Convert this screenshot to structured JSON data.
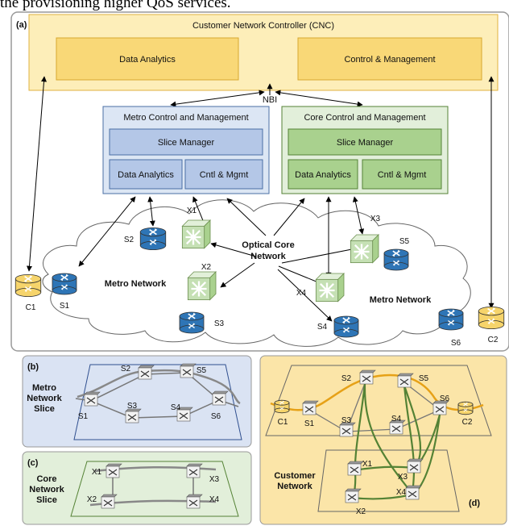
{
  "header_text": "the provisioning higher QoS services.",
  "panel_a": {
    "tag": "(a)",
    "cnc": {
      "title": "Customer Network Controller (CNC)",
      "data_analytics": "Data Analytics",
      "control_mgmt": "Control & Management"
    },
    "nbi": "NBI",
    "metro_cm": {
      "title": "Metro Control and Management",
      "slice_manager": "Slice Manager",
      "data_analytics": "Data Analytics",
      "cntl_mgmt": "Cntl & Mgmt"
    },
    "core_cm": {
      "title": "Core Control and Management",
      "slice_manager": "Slice Manager",
      "data_analytics": "Data Analytics",
      "cntl_mgmt": "Cntl & Mgmt"
    },
    "optical_core_line1": "Optical Core",
    "optical_core_line2": "Network",
    "metro_left": "Metro Network",
    "metro_right": "Metro Network",
    "nodes": {
      "C1": "C1",
      "C2": "C2",
      "S1": "S1",
      "S2": "S2",
      "S3": "S3",
      "S4": "S4",
      "S5": "S5",
      "S6": "S6",
      "X1": "X1",
      "X2": "X2",
      "X3": "X3",
      "X4": "X4"
    }
  },
  "panel_b": {
    "tag": "(b)",
    "title_lines": [
      "Metro",
      "Network",
      "Slice"
    ],
    "nodes": [
      "S1",
      "S2",
      "S3",
      "S4",
      "S5",
      "S6"
    ]
  },
  "panel_c": {
    "tag": "(c)",
    "title_lines": [
      "Core",
      "Network",
      "Slice"
    ],
    "nodes": [
      "X1",
      "X2",
      "X3",
      "X4"
    ]
  },
  "panel_d": {
    "tag": "(d)",
    "title_lines": [
      "Customer",
      "Network"
    ],
    "nodes": [
      "C1",
      "C2",
      "S1",
      "S2",
      "S3",
      "S4",
      "S5",
      "S6",
      "X1",
      "X2",
      "X3",
      "X4"
    ]
  },
  "colors": {
    "cnc_fill": "#fdeeb9",
    "cnc_inner": "#f9d877",
    "metro_fill": "#dce6f4",
    "metro_inner": "#b4c7e7",
    "core_fill": "#e2efda",
    "core_inner": "#a9d18e",
    "router_blue": "#2e75b6",
    "router_gold": "#f6d46b",
    "oxc_green": "#c5e0b4",
    "panel_b_bg": "#dae3f3",
    "panel_c_bg": "#e2efda",
    "panel_d_bg": "#fbe5a8",
    "orange_path": "#e6a117",
    "green_path": "#548235"
  }
}
